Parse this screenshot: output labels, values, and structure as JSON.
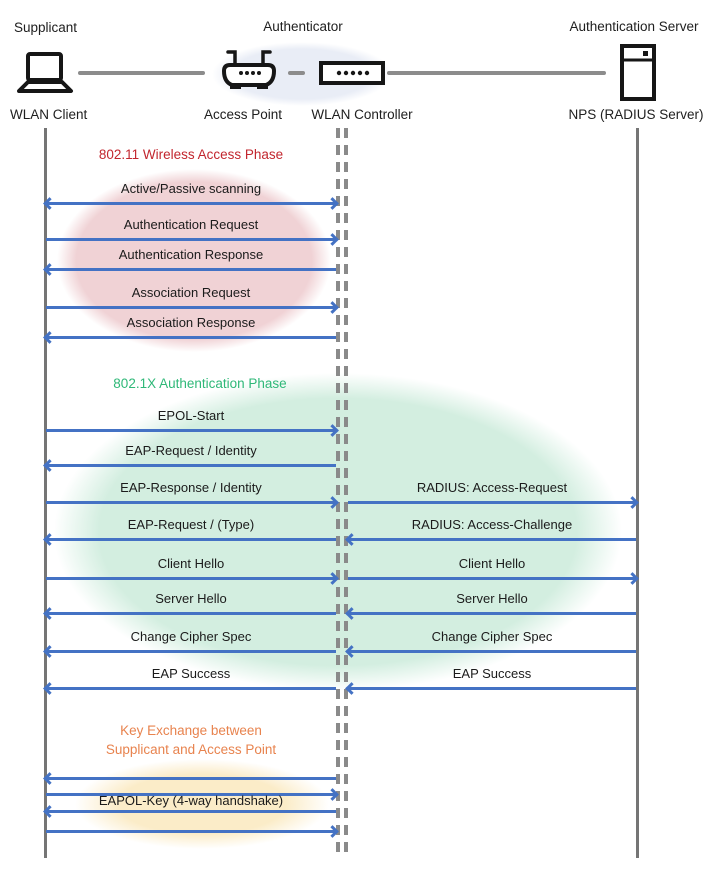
{
  "actors": {
    "supplicant": {
      "role": "Supplicant",
      "device": "WLAN Client"
    },
    "authenticator": {
      "role": "Authenticator",
      "device_ap": "Access Point",
      "device_wlc": "WLAN Controller"
    },
    "authentication_server": {
      "role": "Authentication Server",
      "device": "NPS (RADIUS Server)"
    }
  },
  "phases": {
    "wireless_access": {
      "title": "802.11 Wireless Access Phase",
      "title_color": "#C2262E",
      "ellipse_fill": "#F0D2D5"
    },
    "dot1x_authentication": {
      "title": "802.1X Authentication Phase",
      "title_color": "#2FB878",
      "ellipse_fill": "#D3EEE0"
    },
    "key_exchange": {
      "title_line1": "Key Exchange between",
      "title_line2": "Supplicant and Access Point",
      "title_color": "#E8834E",
      "ellipse_fill": "#FBECC8"
    }
  },
  "messages": {
    "client_to_controller": [
      {
        "label": "Active/Passive scanning",
        "direction": "both"
      },
      {
        "label": "Authentication Request",
        "direction": "right"
      },
      {
        "label": "Authentication Response",
        "direction": "left"
      },
      {
        "label": "Association Request",
        "direction": "right"
      },
      {
        "label": "Association Response",
        "direction": "left"
      },
      {
        "label": "EPOL-Start",
        "direction": "right"
      },
      {
        "label": "EAP-Request / Identity",
        "direction": "left"
      },
      {
        "label": "EAP-Response / Identity",
        "direction": "right"
      },
      {
        "label": "EAP-Request / (Type)",
        "direction": "left"
      },
      {
        "label": "Client Hello",
        "direction": "right"
      },
      {
        "label": "Server Hello",
        "direction": "left"
      },
      {
        "label": "Change Cipher Spec",
        "direction": "left"
      },
      {
        "label": "EAP Success",
        "direction": "left"
      },
      {
        "label": "",
        "direction": "left"
      },
      {
        "label": "",
        "direction": "right"
      },
      {
        "label": "EAPOL-Key (4-way handshake)",
        "direction": "left"
      },
      {
        "label": "",
        "direction": "right"
      }
    ],
    "controller_to_server": [
      {
        "label": "RADIUS: Access-Request",
        "direction": "right"
      },
      {
        "label": "RADIUS: Access-Challenge",
        "direction": "left"
      },
      {
        "label": "Client Hello",
        "direction": "right"
      },
      {
        "label": "Server Hello",
        "direction": "left"
      },
      {
        "label": "Change Cipher Spec",
        "direction": "left"
      },
      {
        "label": "EAP Success",
        "direction": "left"
      }
    ]
  },
  "colors": {
    "arrow": "#4472C4",
    "lifeline": "#7A7A7A"
  }
}
